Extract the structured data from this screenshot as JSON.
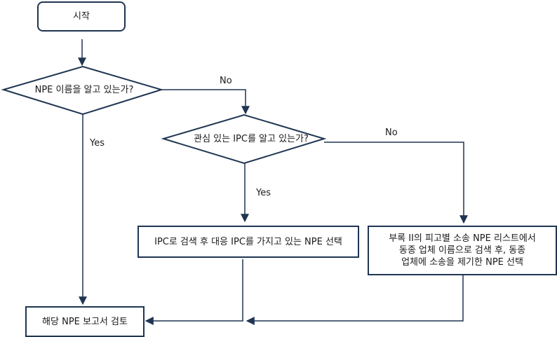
{
  "nodes": {
    "start": "시작",
    "decision_npe_name": "NPE 이름을 알고 있는가?",
    "decision_ipc": "관심 있는 IPC를 알고 있는가?",
    "process_ipc_search": "IPC로 검색 후 대응 IPC를 가지고 있는 NPE 선택",
    "process_appendix": "부록 II의 피고별 소송 NPE 리스트에서\n동종 업체 이름으로 검색 후, 동종\n업체에 소송을 제기한 NPE 선택",
    "end_review": "해당 NPE 보고서 검토"
  },
  "edge_labels": {
    "no_1": "No",
    "yes_1": "Yes",
    "no_2": "No",
    "yes_2": "Yes"
  },
  "colors": {
    "line": "#1f3552",
    "stroke": "#1f3552"
  }
}
